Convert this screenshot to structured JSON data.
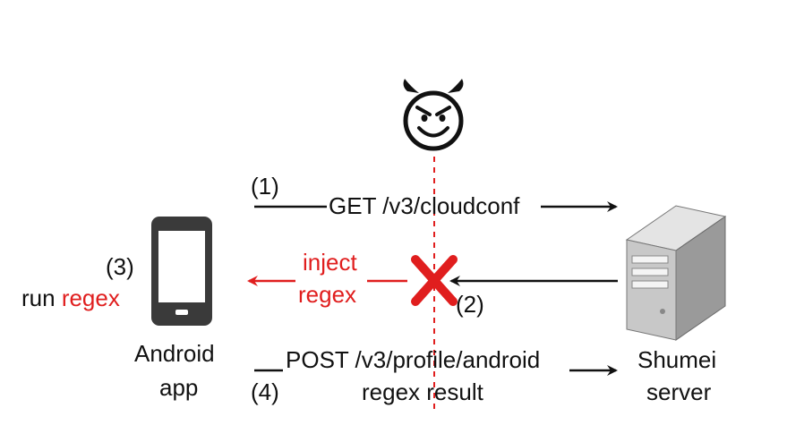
{
  "step1_label": "(1)",
  "step2_label": "(2)",
  "step3_label": "(3)",
  "step4_label": "(4)",
  "get_request_label": "GET /v3/cloudconf",
  "inject_label_line1": "inject",
  "inject_label_line2": "regex",
  "run_prefix": "run",
  "run_regex_word": "regex",
  "post_request_label": "POST /v3/profile/android",
  "post_request_sub": "regex result",
  "android_label_line1": "Android",
  "android_label_line2": "app",
  "server_label_line1": "Shumei",
  "server_label_line2": "server",
  "icons": [
    "devil-face-icon",
    "smartphone-icon",
    "server-icon",
    "blocked-x-icon"
  ],
  "colors": {
    "attack": "#e01e1e",
    "normal": "#111111"
  }
}
